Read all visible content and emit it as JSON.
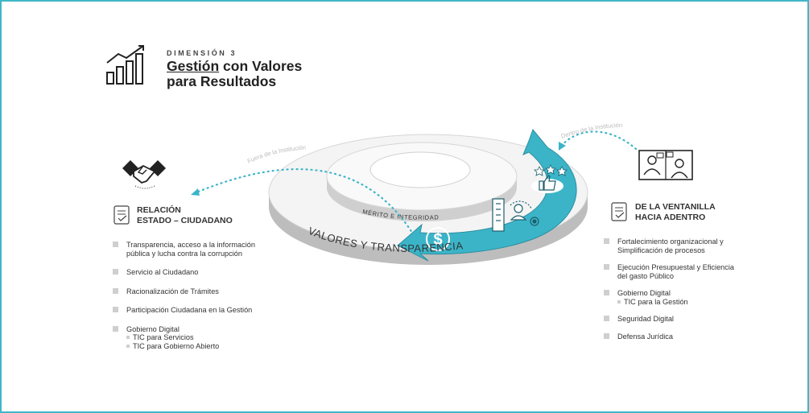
{
  "header": {
    "dimension": "DIMENSIÓN 3",
    "title_underlined": "Gestión",
    "title_rest": " con Valores",
    "title_line2": "para Resultados"
  },
  "diagram": {
    "outer_ring_label": "VALORES   Y   TRANSPARENCIA",
    "inner_ring_label": "MÉRITO   E   INTEGRIDAD",
    "arc_left": "Fuera de la Institución",
    "arc_right": "Dentro de la Institución"
  },
  "left_panel": {
    "heading_line1": "RELACIÓN",
    "heading_line2": "ESTADO – CIUDADANO",
    "items": [
      {
        "text": "Transparencia, acceso a la información pública y lucha contra la corrupción"
      },
      {
        "text": "Servicio al Ciudadano"
      },
      {
        "text": "Racionalización de Trámites"
      },
      {
        "text": "Participación Ciudadana  en la Gestión"
      },
      {
        "text": "Gobierno Digital",
        "subs": [
          "TIC para Servicios",
          "TIC para Gobierno Abierto"
        ]
      }
    ]
  },
  "right_panel": {
    "heading_line1": "DE LA VENTANILLA",
    "heading_line2": "HACIA ADENTRO",
    "items": [
      {
        "text": "Fortalecimiento organizacional y Simplificación de procesos"
      },
      {
        "text": "Ejecución Presupuestal y Eficiencia del gasto Público"
      },
      {
        "text": "Gobierno Digital",
        "subs": [
          "TIC para la Gestión"
        ]
      },
      {
        "text": "Seguridad Digital"
      },
      {
        "text": "Defensa Jurídica"
      }
    ]
  },
  "colors": {
    "accent": "#3bb4c8",
    "border": "#40b8c9",
    "ring_face": "#f4f4f4",
    "ring_side": "#bdbdbd",
    "text": "#333333"
  }
}
